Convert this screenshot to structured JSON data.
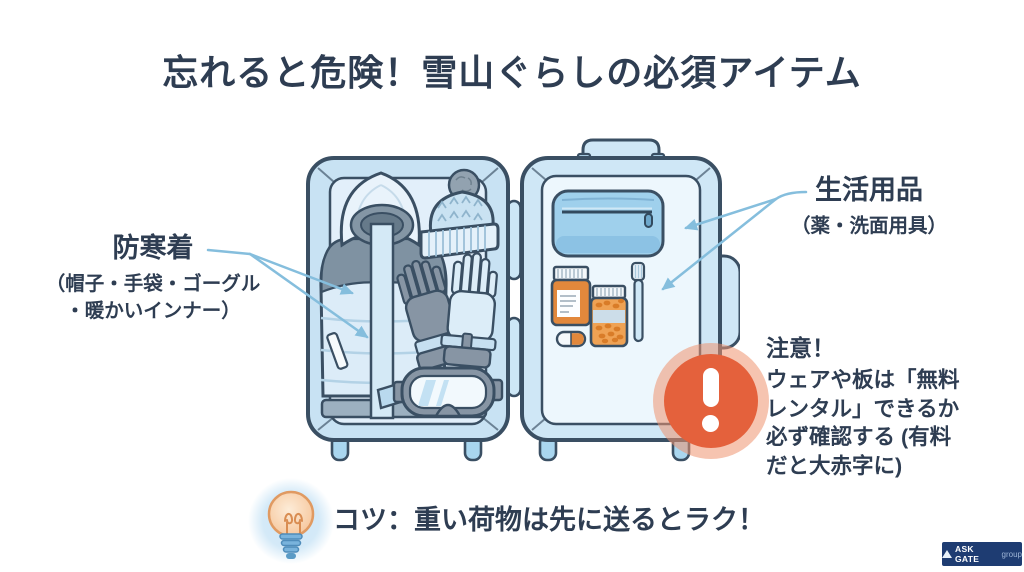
{
  "title": "忘れると危険！雪山ぐらしの必須アイテム",
  "labels": {
    "clothing": {
      "heading": "防寒着",
      "detail": "（帽子・手袋・ゴーグル\n・暖かいインナー）"
    },
    "daily_goods": {
      "heading": "生活用品",
      "detail": "（薬・洗面用具）"
    }
  },
  "warning": {
    "heading": "注意！",
    "body": "ウェアや板は「無料\nレンタル」できるか\n必ず確認する (有料\nだと大赤字に)"
  },
  "tip": {
    "text": "コツ：重い荷物は先に送るとラク！"
  },
  "footer": {
    "brand": "ASK GATE",
    "brand_suffix": "group"
  },
  "illustration": {
    "subject": "open suitcase packed for a snowy mountain stay",
    "left_items": [
      "hooded down vest",
      "knit beanie with pompom",
      "ski gloves",
      "ski goggles"
    ],
    "right_items": [
      "zipper pouch",
      "medicine bottle",
      "pill bottle",
      "pill capsule",
      "toothbrush"
    ]
  },
  "icons": {
    "warning": "exclamation-circle",
    "tip": "lightbulb"
  },
  "colors": {
    "text": "#2e3d52",
    "outline_blue": "#3a4f63",
    "suitcase_blue": "#c8e2f3",
    "pouch_blue": "#9fd0ec",
    "bottle_orange": "#e2883c",
    "warning_orange": "#e4613c",
    "warning_halo": "#f2ab8e",
    "arrow_blue": "#85bedd",
    "logo_bg": "#1e3c72"
  }
}
